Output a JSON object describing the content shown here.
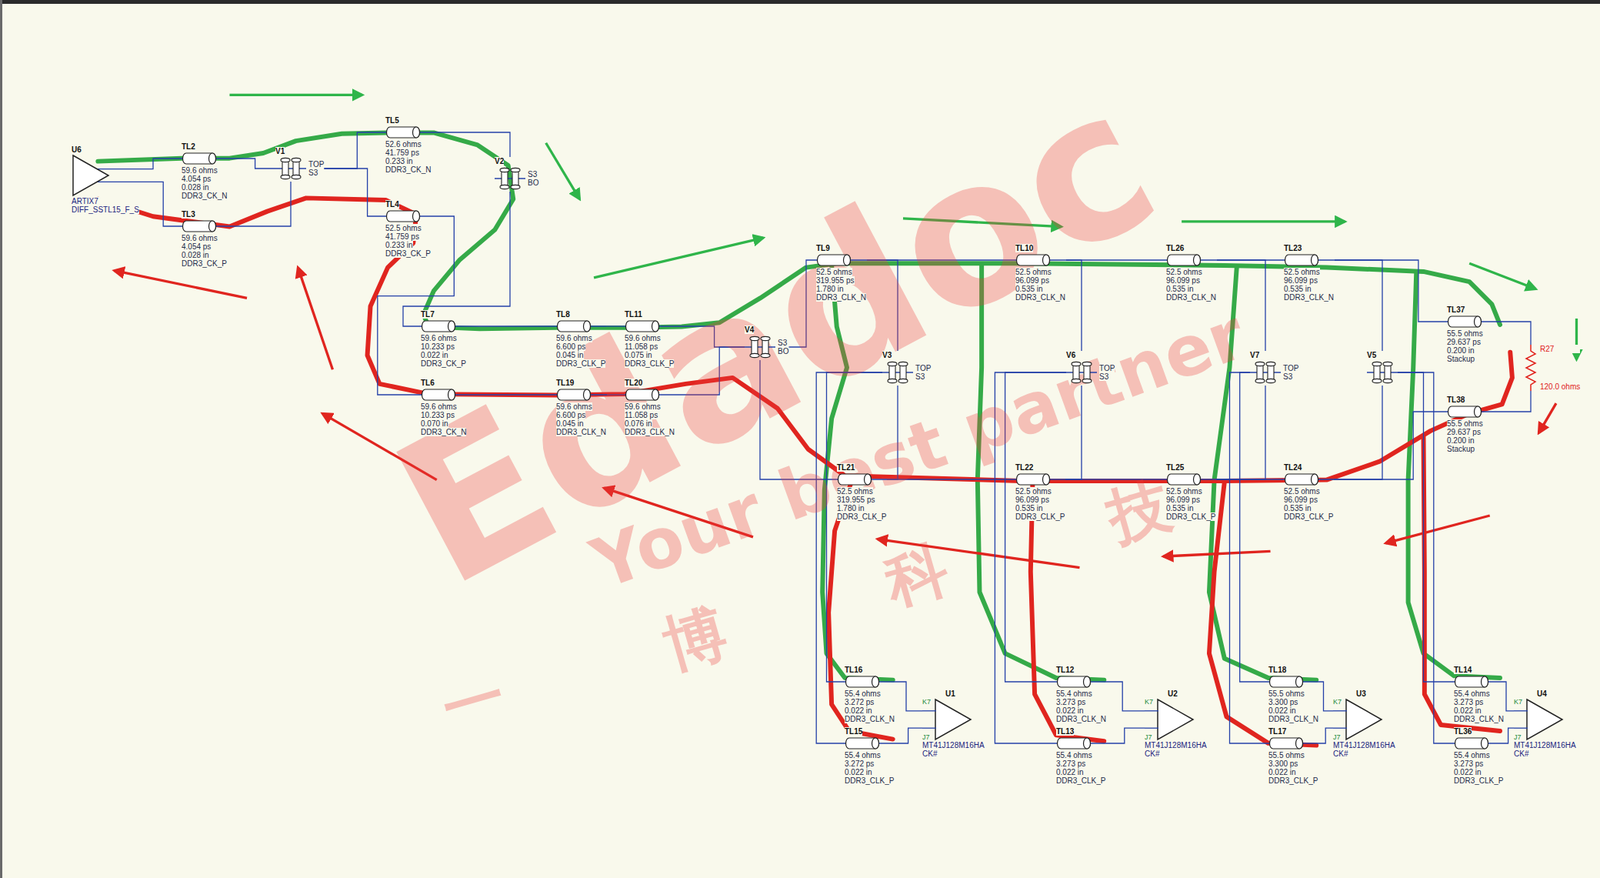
{
  "diagram": {
    "nodes": [
      {
        "text": [
          "U6",
          "ARTIX7 DIFF_SSTL15_F_S"
        ]
      },
      {
        "text": [
          "TL2",
          "59.6 ohms",
          "4.054 ps",
          "0.028 in",
          "DDR3_CK_N"
        ]
      },
      {
        "text": [
          "TL3",
          "59.6 ohms",
          "4.054 ps",
          "0.028 in",
          "DDR3_CK_P"
        ]
      },
      {
        "text": [
          "V1",
          "TOP",
          "S3"
        ]
      },
      {
        "text": [
          "TL5",
          "52.6 ohms",
          "41.759 ps",
          "0.233 in",
          "DDR3_CK_N"
        ]
      },
      {
        "text": [
          "TL4",
          "52.5 ohms",
          "41.759 ps",
          "0.233 in",
          "DDR3_CK_P"
        ]
      },
      {
        "text": [
          "V2",
          "S3",
          "BO"
        ]
      },
      {
        "text": [
          "TL7",
          "59.6 ohms",
          "10.233 ps",
          "0.022 in",
          "DDR3_CK_P"
        ]
      },
      {
        "text": [
          "TL6",
          "59.6 ohms",
          "10.233 ps",
          "0.070 in",
          "DDR3_CK_N"
        ]
      },
      {
        "text": [
          "TL8",
          "59.6 ohms",
          "6.600 ps",
          "0.045 in",
          "DDR3_CLK_P"
        ]
      },
      {
        "text": [
          "TL19",
          "59.6 ohms",
          "6.600 ps",
          "0.045 in",
          "DDR3_CLK_N"
        ]
      },
      {
        "text": [
          "TL11",
          "59.6 ohms",
          "11.058 ps",
          "0.075 in",
          "DDR3_CLK_P"
        ]
      },
      {
        "text": [
          "TL20",
          "59.6 ohms",
          "11.058 ps",
          "0.076 in",
          "DDR3_CLK_N"
        ]
      },
      {
        "text": [
          "V4",
          "S3",
          "BO"
        ]
      },
      {
        "text": [
          "TL9",
          "52.5 ohms",
          "319.955 ps",
          "1.780 in",
          "DDR3_CLK_N"
        ]
      },
      {
        "text": [
          "TL10",
          "52.5 ohms",
          "96.099 ps",
          "0.535 in",
          "DDR3_CLK_N"
        ]
      },
      {
        "text": [
          "TL26",
          "52.5 ohms",
          "96.099 ps",
          "0.535 in",
          "DDR3_CLK_N"
        ]
      },
      {
        "text": [
          "TL23",
          "52.5 ohms",
          "96.099 ps",
          "0.535 in",
          "DDR3_CLK_N"
        ]
      },
      {
        "text": [
          "TL37",
          "55.5 ohms",
          "29.637 ps",
          "0.200 in",
          "Stackup"
        ]
      },
      {
        "text": [
          "R27",
          "120.0 ohms"
        ]
      },
      {
        "text": [
          "TL38",
          "55.5 ohms",
          "29.637 ps",
          "0.200 in",
          "Stackup"
        ]
      },
      {
        "text": [
          "TL24",
          "52.5 ohms",
          "96.099 ps",
          "0.535 in",
          "DDR3_CLK_P"
        ]
      },
      {
        "text": [
          "TL25",
          "52.5 ohms",
          "96.099 ps",
          "0.535 in",
          "DDR3_CLK_P"
        ]
      },
      {
        "text": [
          "TL22",
          "52.5 ohms",
          "96.099 ps",
          "0.535 in",
          "DDR3_CLK_P"
        ]
      },
      {
        "text": [
          "TL21",
          "52.5 ohms",
          "319.955 ps",
          "1.780 in",
          "DDR3_CLK_P"
        ]
      },
      {
        "text": [
          "V3",
          "TOP",
          "S3"
        ]
      },
      {
        "text": [
          "V6",
          "TOP",
          "S3"
        ]
      },
      {
        "text": [
          "V7",
          "TOP",
          "S3"
        ]
      },
      {
        "text": [
          "V5"
        ]
      },
      {
        "text": [
          "TL16",
          "55.4 ohms",
          "3.272 ps",
          "0.022 in",
          "DDR3_CLK_N"
        ]
      },
      {
        "text": [
          "TL15",
          "55.4 ohms",
          "3.272 ps",
          "0.022 in",
          "DDR3_CLK_P"
        ]
      },
      {
        "text": [
          "U1",
          "K7",
          "J7",
          "MT41J128M16HA CK#"
        ]
      },
      {
        "text": [
          "TL12",
          "55.4 ohms",
          "3.273 ps",
          "0.022 in",
          "DDR3_CLK_N"
        ]
      },
      {
        "text": [
          "TL13",
          "55.4 ohms",
          "3.273 ps",
          "0.022 in",
          "DDR3_CLK_P"
        ]
      },
      {
        "text": [
          "U2",
          "K7",
          "J7",
          "MT41J128M16HA CK#"
        ]
      },
      {
        "text": [
          "TL18",
          "55.5 ohms",
          "3.300 ps",
          "0.022 in",
          "DDR3_CLK_N"
        ]
      },
      {
        "text": [
          "TL17",
          "55.5 ohms",
          "3.300 ps",
          "0.022 in",
          "DDR3_CLK_P"
        ]
      },
      {
        "text": [
          "U3",
          "K7",
          "J7",
          "MT41J128M16HA CK#"
        ]
      },
      {
        "text": [
          "TL14",
          "55.4 ohms",
          "3.273 ps",
          "0.022 in",
          "DDR3_CLK_N"
        ]
      },
      {
        "text": [
          "TL36",
          "55.4 ohms",
          "3.273 ps",
          "0.022 in",
          "DDR3_CLK_P"
        ]
      },
      {
        "text": [
          "U4",
          "K7",
          "J7",
          "MT41J128M16HA CK#"
        ]
      }
    ],
    "edges": [
      {
        "from": 0,
        "to": 1,
        "arrow": "none"
      },
      {
        "from": 0,
        "to": 2,
        "arrow": "none"
      },
      {
        "from": 1,
        "to": 3,
        "arrow": "none"
      },
      {
        "from": 2,
        "to": 3,
        "arrow": "none"
      },
      {
        "from": 3,
        "to": 4,
        "arrow": "none"
      },
      {
        "from": 3,
        "to": 5,
        "arrow": "none"
      },
      {
        "from": 4,
        "to": 6,
        "arrow": "none"
      },
      {
        "from": 6,
        "to": 7,
        "arrow": "none"
      },
      {
        "from": 5,
        "to": 8,
        "arrow": "none"
      },
      {
        "from": 7,
        "to": 9,
        "arrow": "none"
      },
      {
        "from": 8,
        "to": 10,
        "arrow": "none"
      },
      {
        "from": 9,
        "to": 11,
        "arrow": "none"
      },
      {
        "from": 10,
        "to": 12,
        "arrow": "none"
      },
      {
        "from": 11,
        "to": 13,
        "arrow": "none"
      },
      {
        "from": 12,
        "to": 13,
        "arrow": "none"
      },
      {
        "from": 13,
        "to": 14,
        "arrow": "none"
      },
      {
        "from": 13,
        "to": 24,
        "arrow": "none"
      },
      {
        "from": 14,
        "to": 15,
        "arrow": "none"
      },
      {
        "from": 15,
        "to": 16,
        "arrow": "none"
      },
      {
        "from": 16,
        "to": 17,
        "arrow": "none"
      },
      {
        "from": 17,
        "to": 18,
        "arrow": "none"
      },
      {
        "from": 18,
        "to": 19,
        "arrow": "none"
      },
      {
        "from": 20,
        "to": 19,
        "arrow": "none"
      },
      {
        "from": 21,
        "to": 20,
        "arrow": "none"
      },
      {
        "from": 22,
        "to": 21,
        "arrow": "none"
      },
      {
        "from": 23,
        "to": 22,
        "arrow": "none"
      },
      {
        "from": 24,
        "to": 23,
        "arrow": "none"
      },
      {
        "from": 14,
        "to": 25,
        "arrow": "none"
      },
      {
        "from": 24,
        "to": 25,
        "arrow": "none"
      },
      {
        "from": 25,
        "to": 29,
        "arrow": "none"
      },
      {
        "from": 25,
        "to": 30,
        "arrow": "none"
      },
      {
        "from": 29,
        "to": 31,
        "arrow": "none"
      },
      {
        "from": 30,
        "to": 31,
        "arrow": "none"
      },
      {
        "from": 15,
        "to": 26,
        "arrow": "none"
      },
      {
        "from": 23,
        "to": 26,
        "arrow": "none"
      },
      {
        "from": 26,
        "to": 32,
        "arrow": "none"
      },
      {
        "from": 26,
        "to": 33,
        "arrow": "none"
      },
      {
        "from": 32,
        "to": 34,
        "arrow": "none"
      },
      {
        "from": 33,
        "to": 34,
        "arrow": "none"
      },
      {
        "from": 16,
        "to": 27,
        "arrow": "none"
      },
      {
        "from": 22,
        "to": 27,
        "arrow": "none"
      },
      {
        "from": 27,
        "to": 35,
        "arrow": "none"
      },
      {
        "from": 27,
        "to": 36,
        "arrow": "none"
      },
      {
        "from": 35,
        "to": 37,
        "arrow": "none"
      },
      {
        "from": 36,
        "to": 37,
        "arrow": "none"
      },
      {
        "from": 17,
        "to": 28,
        "arrow": "none"
      },
      {
        "from": 21,
        "to": 28,
        "arrow": "none"
      },
      {
        "from": 28,
        "to": 38,
        "arrow": "none"
      },
      {
        "from": 28,
        "to": 39,
        "arrow": "none"
      },
      {
        "from": 38,
        "to": 40,
        "arrow": "none"
      },
      {
        "from": 39,
        "to": 40,
        "arrow": "none"
      }
    ],
    "labels": [
      "Edadoc",
      "Your best partner",
      "一博科技"
    ]
  }
}
